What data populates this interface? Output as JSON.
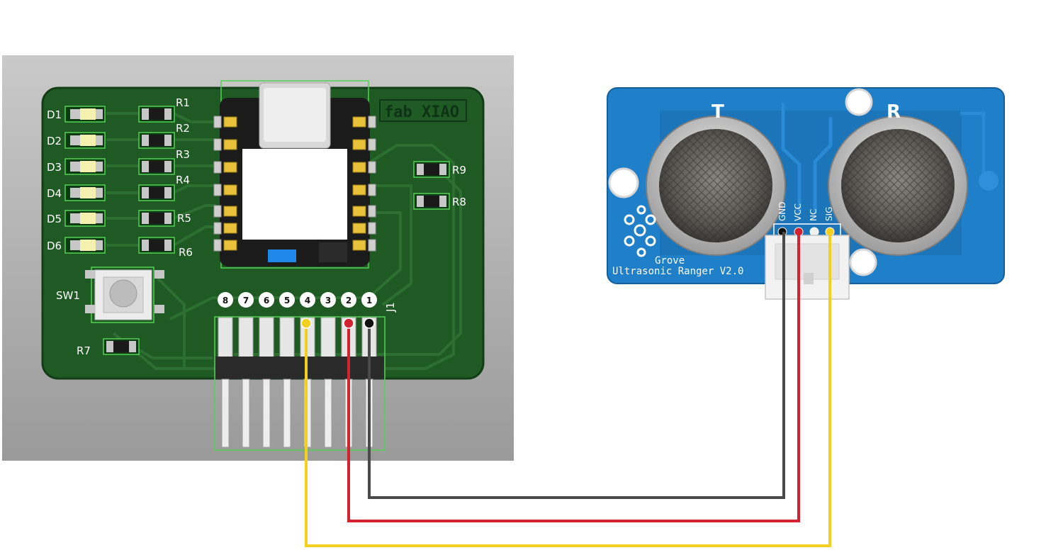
{
  "pcb": {
    "title": "fab XIAO",
    "leds": [
      "D1",
      "D2",
      "D3",
      "D4",
      "D5",
      "D6"
    ],
    "resistors": [
      "R1",
      "R2",
      "R3",
      "R4",
      "R5",
      "R6"
    ],
    "right_resistors": [
      "R9",
      "R8"
    ],
    "switch": "SW1",
    "r7": "R7",
    "header": "J1",
    "pins": [
      "8",
      "7",
      "6",
      "5",
      "4",
      "3",
      "2",
      "1"
    ]
  },
  "sensor": {
    "label_t": "T",
    "label_r": "R",
    "pins": [
      "GND",
      "VCC",
      "NC",
      "SIG"
    ],
    "brand": "Grove",
    "name": "Ultrasonic Ranger V2.0"
  },
  "colors": {
    "board": "#1f5a24",
    "sensor_board": "#1f7fc8",
    "wire_gnd": "#4a4a4a",
    "wire_vcc": "#d32230",
    "wire_sig": "#f2d020"
  }
}
